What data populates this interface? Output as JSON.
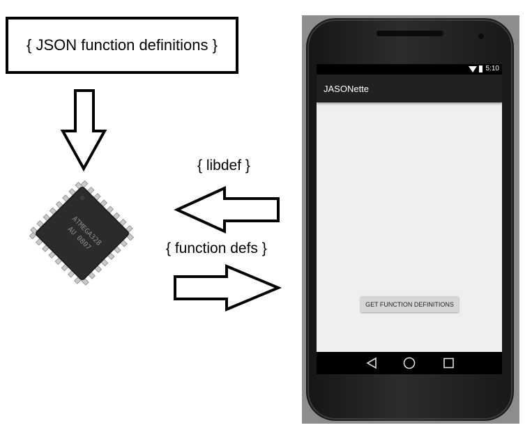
{
  "json_box": {
    "text": "{ JSON function definitions }"
  },
  "arrow_labels": {
    "libdef": "{ libdef }",
    "function_defs": "{ function defs }"
  },
  "phone": {
    "status_time": "5:10",
    "app_title": "JASONette",
    "button_label": "GET FUNCTION DEFINITIONS",
    "nav_icons": [
      "back-icon",
      "home-icon",
      "recents-icon"
    ]
  },
  "chip": {
    "marking": "ATMEGA328 AU 0807"
  }
}
